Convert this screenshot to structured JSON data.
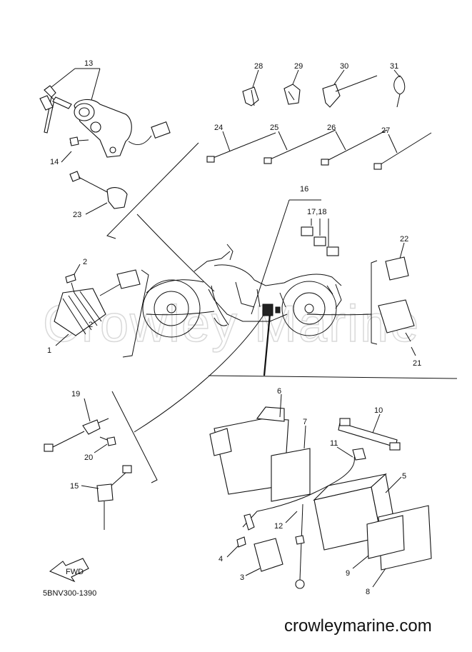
{
  "diagram": {
    "watermark": "Crowley Marine",
    "drawing_code": "5BNV300-1390",
    "site": "crowleymarine.com",
    "fwd_label": "FWD",
    "callouts": {
      "p1": "1",
      "p2": "2",
      "p3": "3",
      "p4": "4",
      "p5": "5",
      "p6": "6",
      "p7": "7",
      "p8": "8",
      "p9": "9",
      "p10": "10",
      "p11": "11",
      "p12": "12",
      "p13": "13",
      "p14": "14",
      "p15": "15",
      "p16": "16",
      "p1718": "17,18",
      "p19": "19",
      "p20": "20",
      "p21": "21",
      "p22": "22",
      "p23": "23",
      "p24": "24",
      "p25": "25",
      "p26": "26",
      "p27": "27",
      "p28": "28",
      "p29": "29",
      "p30": "30",
      "p31": "31"
    }
  }
}
